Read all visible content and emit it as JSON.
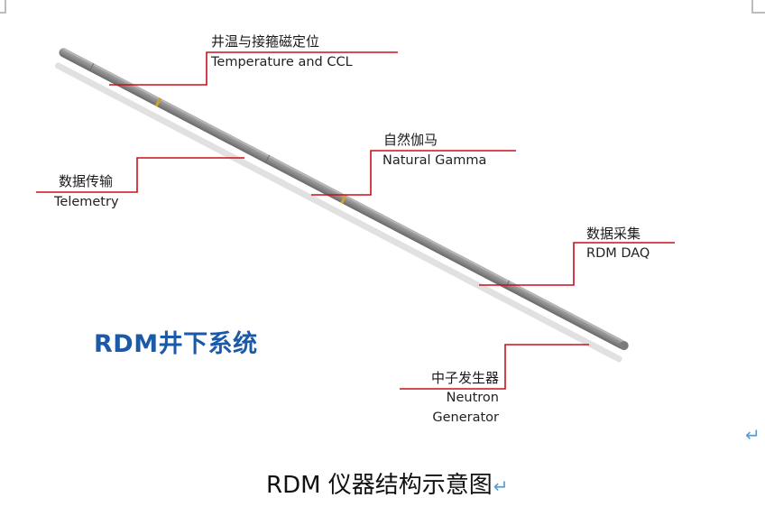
{
  "labels": {
    "temperature_cn": "井温与接箍磁定位",
    "temperature_en": "Temperature and CCL",
    "gamma_cn": "自然伽马",
    "gamma_en": "Natural Gamma",
    "telemetry_cn": "数据传输",
    "telemetry_en": "Telemetry",
    "daq_cn": "数据采集",
    "daq_en": "RDM DAQ",
    "neutron_cn": "中子发生器",
    "neutron_en_1": "Neutron",
    "neutron_en_2": "Generator"
  },
  "system_title": "RDM井下系统",
  "caption": "RDM 仪器结构示意图",
  "return_mark": "↵",
  "colors": {
    "leader_line": "#c8101c",
    "title_blue": "#1b5aa8",
    "return_mark": "#5b9bd5",
    "tool_body": "#8a8a8a"
  }
}
